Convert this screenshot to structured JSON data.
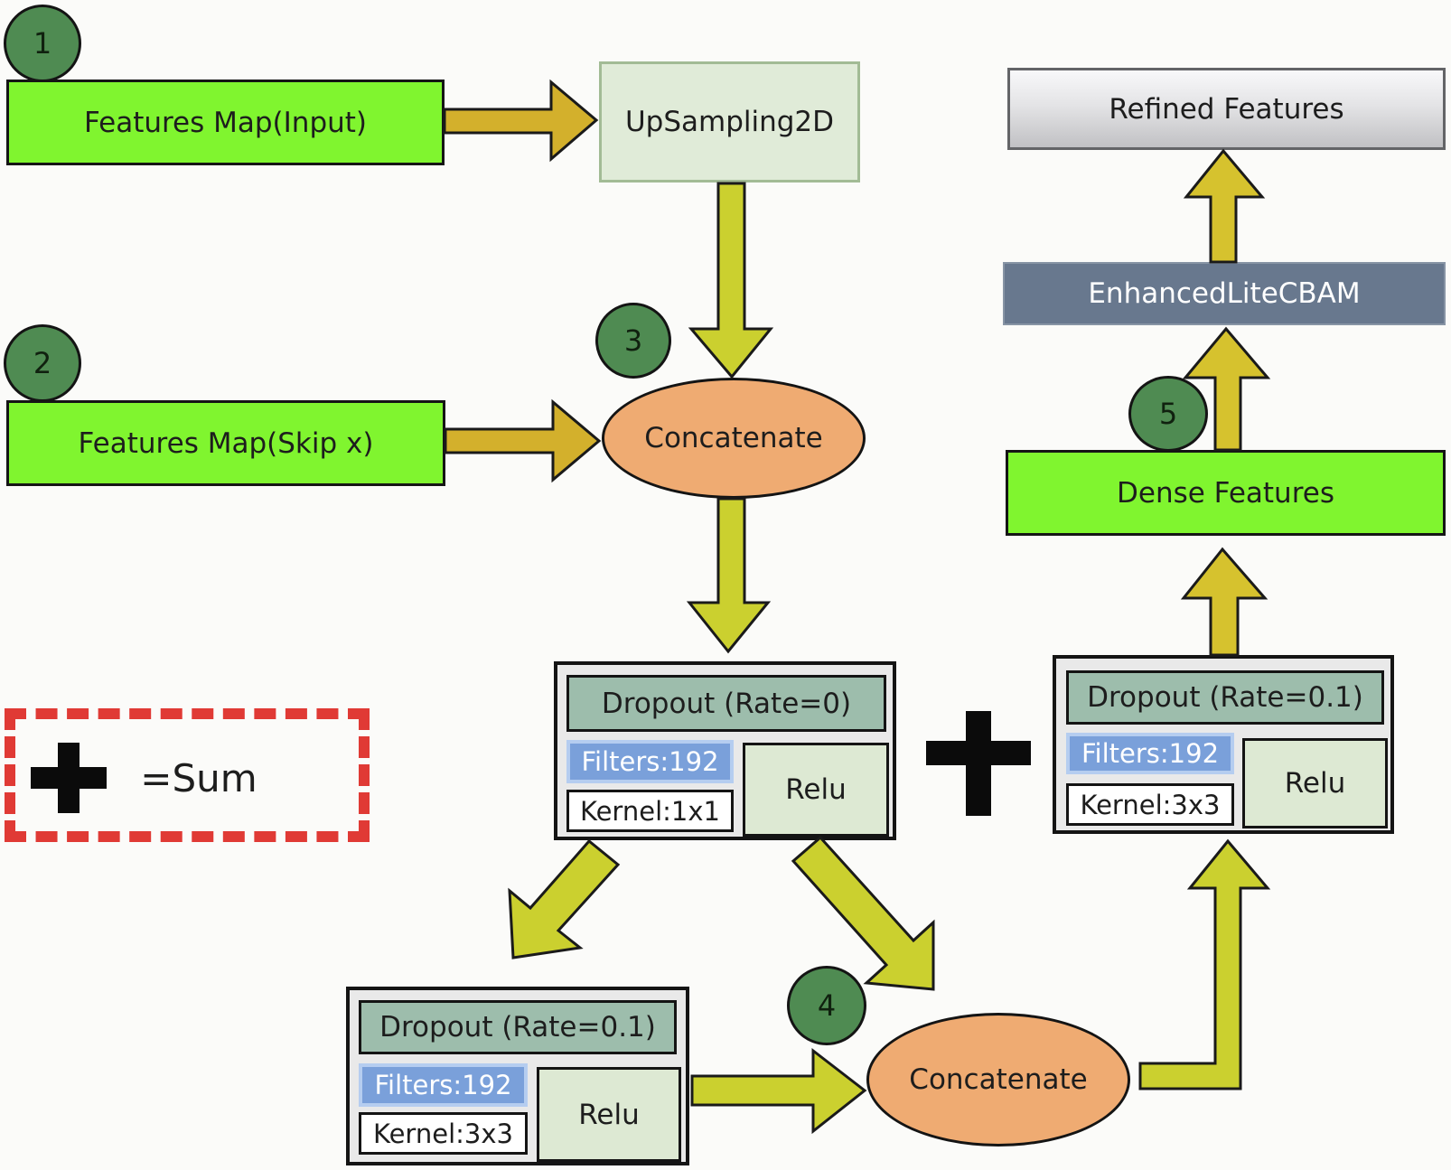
{
  "diagram": {
    "steps": {
      "s1": "1",
      "s2": "2",
      "s3": "3",
      "s4": "4",
      "s5": "5"
    },
    "nodes": {
      "features_input": {
        "label": "Features Map(Input)"
      },
      "features_skip": {
        "label": "Features Map(Skip x)"
      },
      "upsampling": {
        "label": "UpSampling2D"
      },
      "concatenate_1": {
        "label": "Concatenate"
      },
      "concatenate_2": {
        "label": "Concatenate"
      },
      "dropout_center": {
        "title": "Dropout (Rate=0)",
        "filters": "Filters:192",
        "kernel": "Kernel:1x1",
        "activation": "Relu"
      },
      "dropout_bottom_left": {
        "title": "Dropout (Rate=0.1)",
        "filters": "Filters:192",
        "kernel": "Kernel:3x3",
        "activation": "Relu"
      },
      "dropout_right": {
        "title": "Dropout (Rate=0.1)",
        "filters": "Filters:192",
        "kernel": "Kernel:3x3",
        "activation": "Relu"
      },
      "dense_features": {
        "label": "Dense Features"
      },
      "enhanced_lite_cbam": {
        "label": "EnhancedLiteCBAM"
      },
      "refined_features": {
        "label": "Refined Features"
      },
      "sum_operator": {
        "symbol": "+"
      }
    },
    "legend": {
      "symbol": "+",
      "label": "=Sum"
    },
    "colors": {
      "bg": "#fbfbf9",
      "bright_green": "#80f52f",
      "step_circle_green": "#4f8b52",
      "upsampling_fill": "#e0ebd8",
      "concatenate_orange": "#efab72",
      "dropout_panel_gray": "#e9e9e9",
      "dropout_header_sage": "#9dbdac",
      "filters_blue": "#7aa0da",
      "relu_green": "#dde9d3",
      "cbam_slate": "#68788e",
      "arrow_gold": "#d3b02c",
      "arrow_yellow_green": "#cbd02f",
      "arrow_gold_right": "#d6c22e",
      "legend_dash_red": "#e03a35"
    }
  }
}
